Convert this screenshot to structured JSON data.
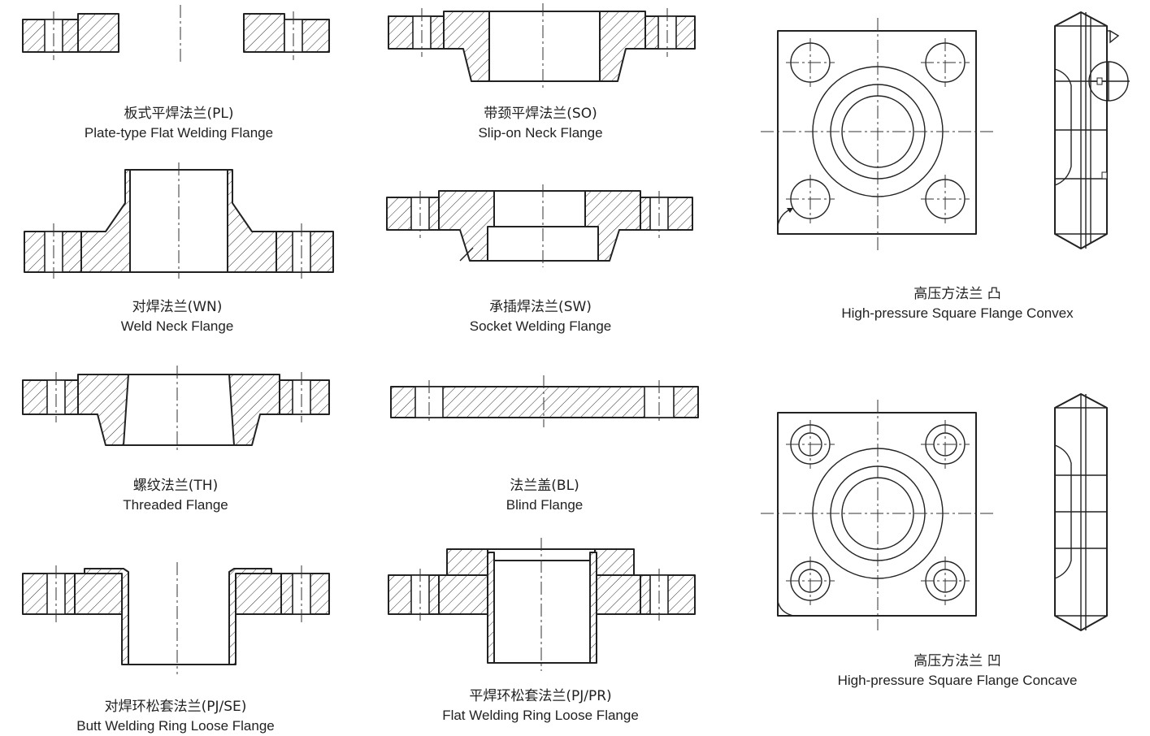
{
  "flanges": [
    {
      "id": "pl",
      "zh": "板式平焊法兰(PL)",
      "en": "Plate-type Flat Welding Flange"
    },
    {
      "id": "so",
      "zh": "带颈平焊法兰(SO)",
      "en": "Slip-on Neck Flange"
    },
    {
      "id": "wn",
      "zh": "对焊法兰(WN)",
      "en": "Weld Neck Flange"
    },
    {
      "id": "sw",
      "zh": "承插焊法兰(SW)",
      "en": "Socket Welding Flange"
    },
    {
      "id": "th",
      "zh": "螺纹法兰(TH)",
      "en": "Threaded Flange"
    },
    {
      "id": "bl",
      "zh": "法兰盖(BL)",
      "en": "Blind Flange"
    },
    {
      "id": "pjse",
      "zh": "对焊环松套法兰(PJ/SE)",
      "en": "Butt Welding Ring Loose Flange"
    },
    {
      "id": "pjpr",
      "zh": "平焊环松套法兰(PJ/PR)",
      "en": "Flat Welding Ring Loose Flange"
    },
    {
      "id": "hpcv",
      "zh": "高压方法兰 凸",
      "en": "High-pressure Square Flange Convex"
    },
    {
      "id": "hpcc",
      "zh": "高压方法兰 凹",
      "en": "High-pressure Square Flange Concave"
    }
  ]
}
